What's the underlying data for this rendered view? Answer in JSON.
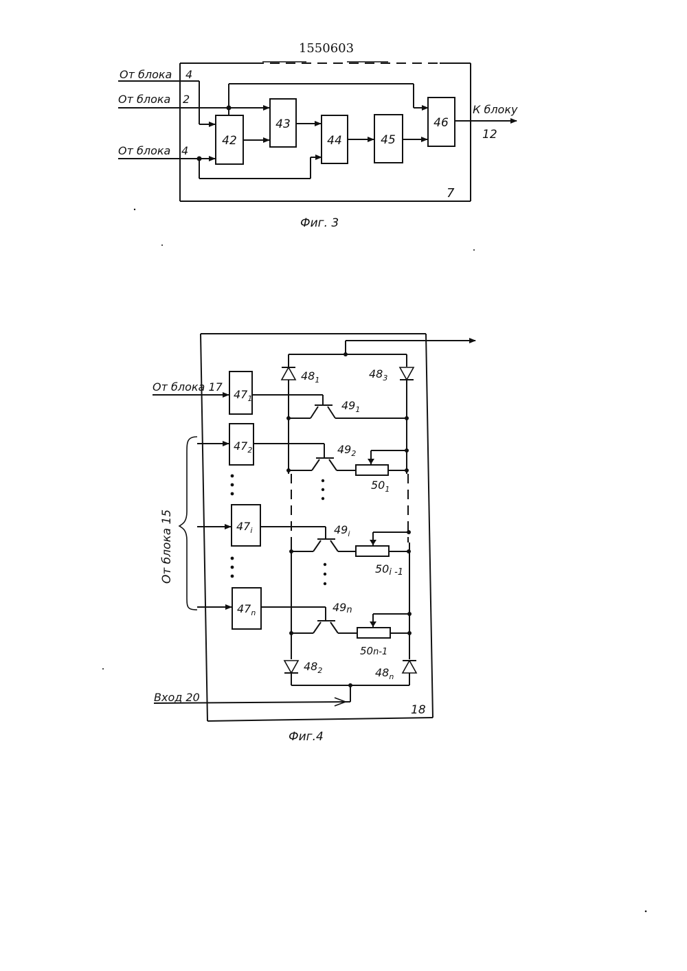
{
  "header": {
    "patent_number": "1550603"
  },
  "fig3": {
    "caption": "Фиг. 3",
    "block_label": "7",
    "inputs": [
      {
        "label": "От блока",
        "pin": "4"
      },
      {
        "label": "От блока",
        "pin": "2"
      },
      {
        "label": "От блока",
        "pin": "4"
      }
    ],
    "blocks": [
      "42",
      "43",
      "44",
      "45",
      "46"
    ],
    "output": {
      "label": "К блоку",
      "target": "12"
    }
  },
  "fig4": {
    "caption": "Фиг.4",
    "block_label": "18",
    "input_top": "От блока 17",
    "input_group": "От блока 15",
    "input_bottom": "Вход 20",
    "blocks": {
      "b1": {
        "base": "47",
        "sub": "1"
      },
      "b2": {
        "base": "47",
        "sub": "2"
      },
      "bi": {
        "base": "47",
        "sub": "i"
      },
      "bn": {
        "base": "47",
        "sub": "n"
      }
    },
    "diodes": {
      "d1": {
        "base": "48",
        "sub": "1"
      },
      "d2": {
        "base": "48",
        "sub": "2"
      },
      "d3": {
        "base": "48",
        "sub": "3"
      },
      "dn": {
        "base": "48",
        "sub": "n"
      }
    },
    "transistors": {
      "t1": {
        "base": "49",
        "sub": "1"
      },
      "t2": {
        "base": "49",
        "sub": "2"
      },
      "ti": {
        "base": "49",
        "sub": "i"
      },
      "tn": {
        "base": "49",
        "sub": "n"
      }
    },
    "resistors": {
      "r1": {
        "base": "50",
        "sub": "1"
      },
      "ri": {
        "base": "50",
        "sub": "i -1"
      },
      "rn": {
        "base": "50",
        "sub": "n-1"
      }
    }
  }
}
